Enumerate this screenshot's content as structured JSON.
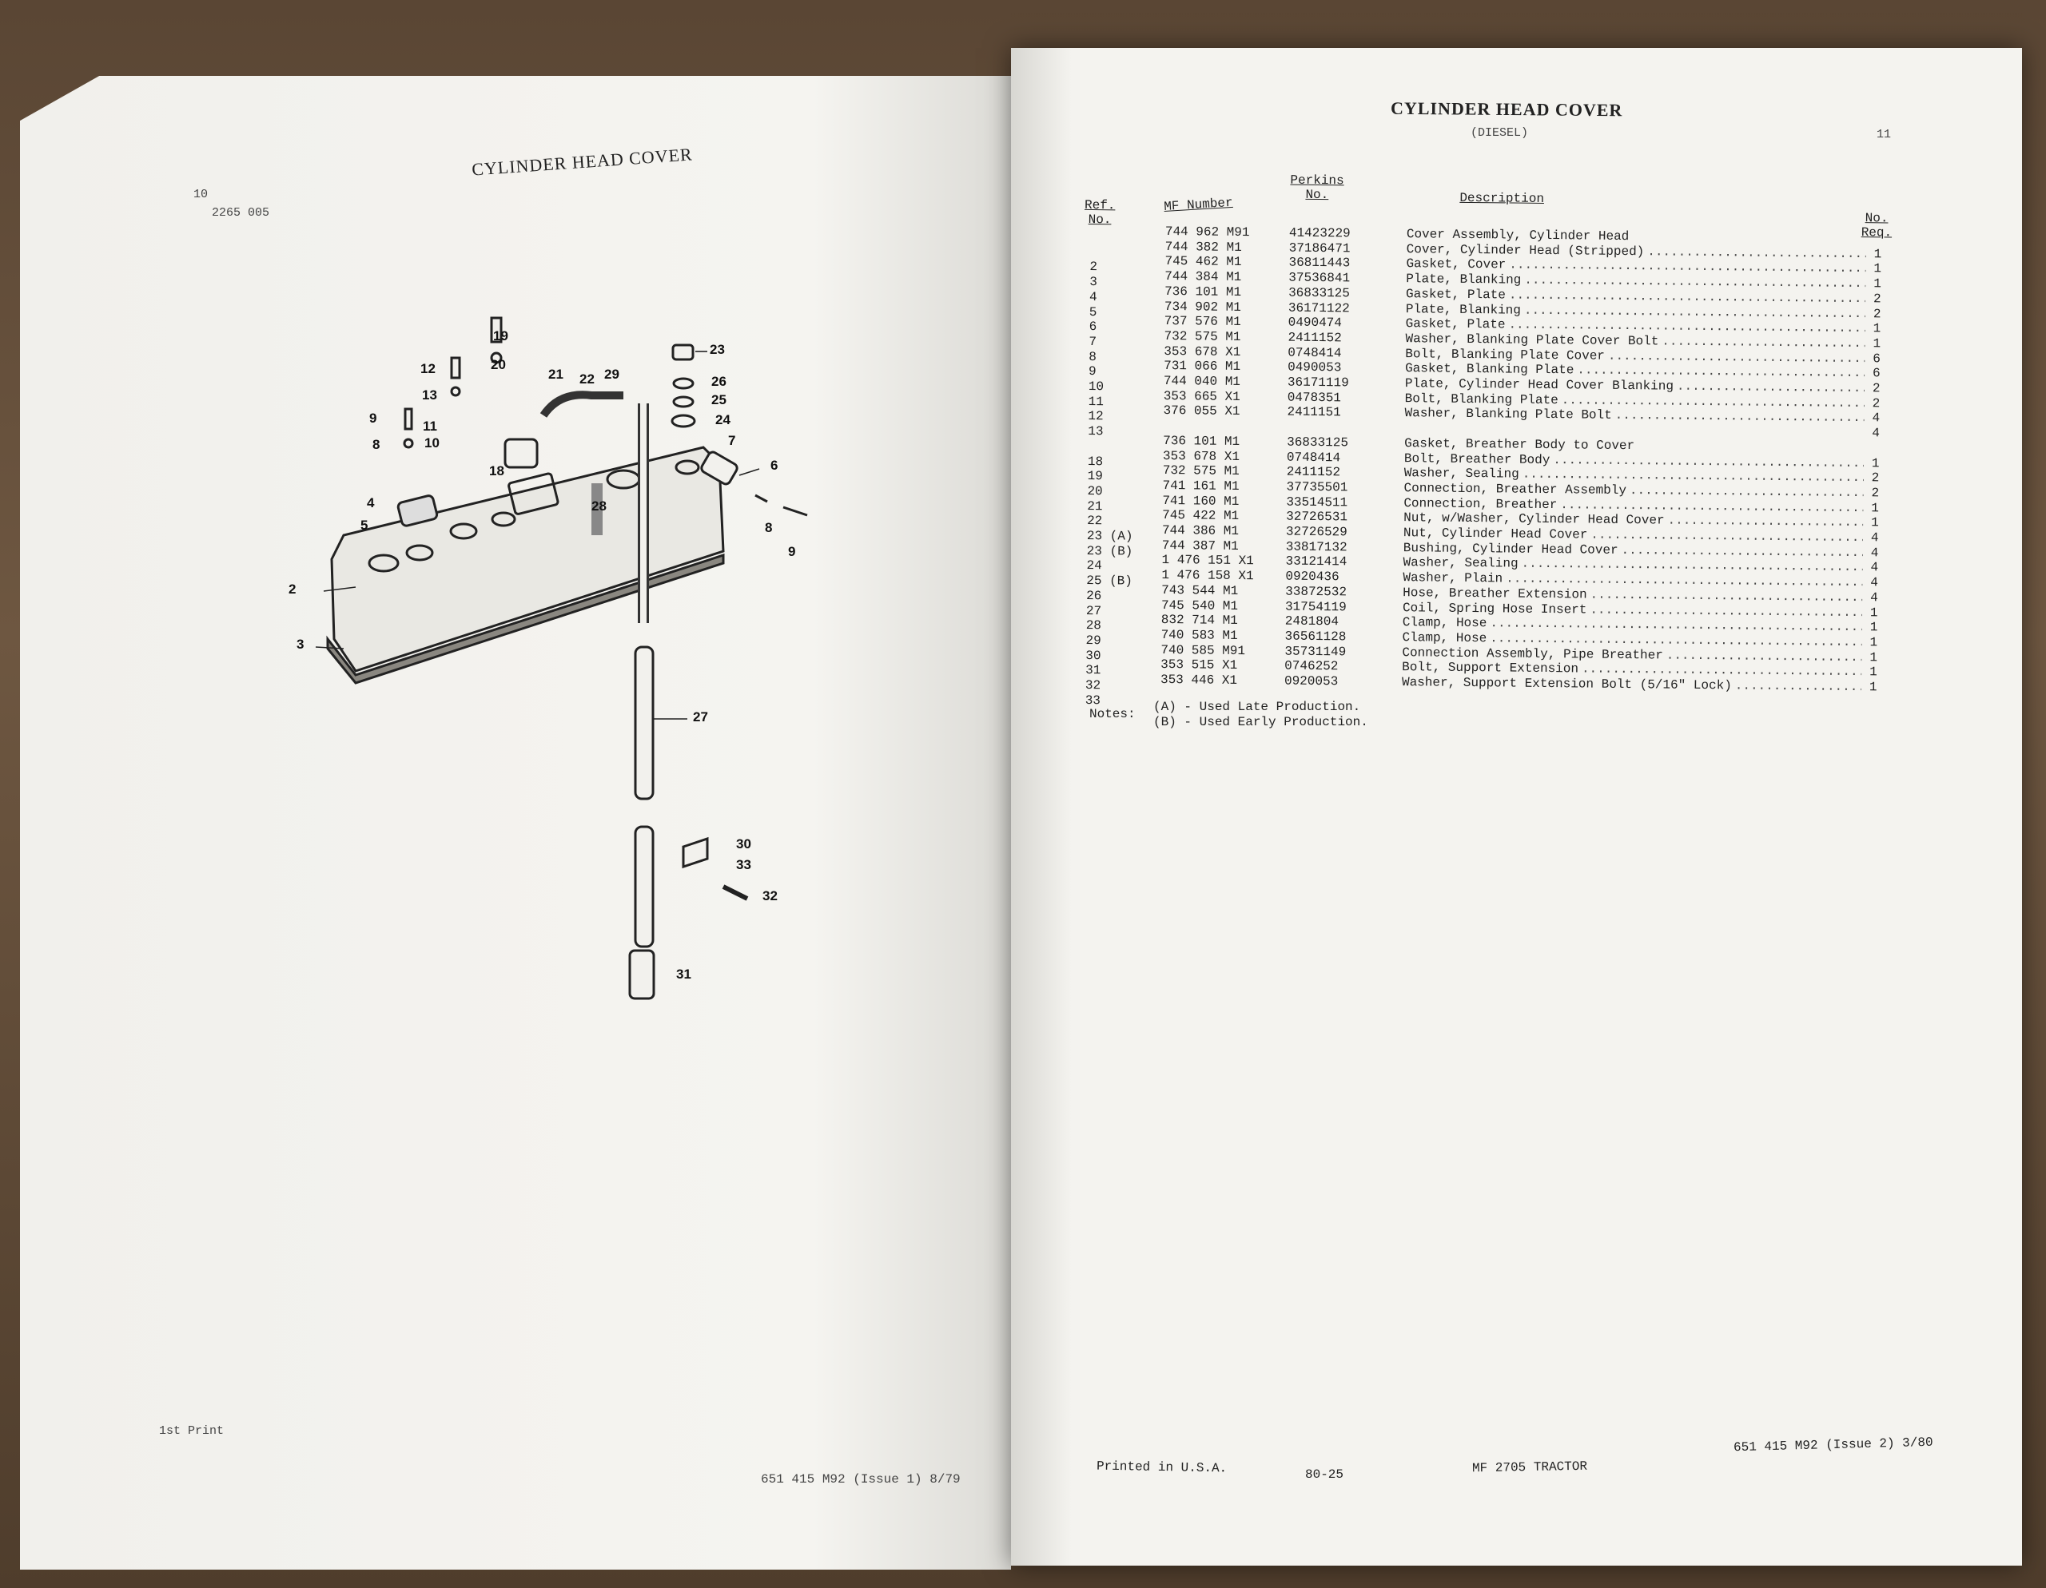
{
  "left_page": {
    "page_number": "10",
    "ref_code": "2265 005",
    "title": "CYLINDER HEAD COVER",
    "footer_left": "1st Print",
    "footer_right": "651 415 M92 (Issue 1) 8/79",
    "callouts": [
      "19",
      "12",
      "20",
      "13",
      "21",
      "22",
      "29",
      "23",
      "26",
      "25",
      "24",
      "9",
      "11",
      "10",
      "8",
      "7",
      "18",
      "6",
      "4",
      "28",
      "5",
      "8",
      "9",
      "2",
      "3",
      "27",
      "30",
      "33",
      "32",
      "31"
    ]
  },
  "right_page": {
    "title": "CYLINDER HEAD COVER",
    "subtitle": "(DIESEL)",
    "page_number": "11",
    "headers": {
      "ref": "Ref. No.",
      "mf": "MF Number",
      "perkins": "Perkins No.",
      "description": "Description",
      "qty": "No. Req."
    },
    "rows": [
      {
        "ref": "",
        "mf": "744 962 M91",
        "perkins": "41423229",
        "description": "Cover Assembly, Cylinder Head",
        "qty": ""
      },
      {
        "ref": "",
        "mf": "744 382 M1",
        "perkins": "37186471",
        "description": "Cover, Cylinder Head (Stripped)",
        "qty": "1"
      },
      {
        "ref": "2",
        "mf": "745 462 M1",
        "perkins": "36811443",
        "description": "Gasket, Cover",
        "qty": "1"
      },
      {
        "ref": "3",
        "mf": "744 384 M1",
        "perkins": "37536841",
        "description": "Plate, Blanking",
        "qty": "1"
      },
      {
        "ref": "4",
        "mf": "736 101 M1",
        "perkins": "36833125",
        "description": "Gasket, Plate",
        "qty": "2"
      },
      {
        "ref": "5",
        "mf": "734 902 M1",
        "perkins": "36171122",
        "description": "Plate, Blanking",
        "qty": "2"
      },
      {
        "ref": "6",
        "mf": "737 576 M1",
        "perkins": "0490474",
        "description": "Gasket, Plate",
        "qty": "1"
      },
      {
        "ref": "7",
        "mf": "732 575 M1",
        "perkins": "2411152",
        "description": "Washer, Blanking Plate Cover Bolt",
        "qty": "1"
      },
      {
        "ref": "8",
        "mf": "353 678 X1",
        "perkins": "0748414",
        "description": "Bolt, Blanking Plate Cover",
        "qty": "6"
      },
      {
        "ref": "9",
        "mf": "731 066 M1",
        "perkins": "0490053",
        "description": "Gasket, Blanking Plate",
        "qty": "6"
      },
      {
        "ref": "10",
        "mf": "744 040 M1",
        "perkins": "36171119",
        "description": "Plate, Cylinder Head Cover Blanking",
        "qty": "2"
      },
      {
        "ref": "11",
        "mf": "353 665 X1",
        "perkins": "0478351",
        "description": "Bolt, Blanking Plate",
        "qty": "2"
      },
      {
        "ref": "12",
        "mf": "376 055 X1",
        "perkins": "2411151",
        "description": "Washer, Blanking Plate Bolt",
        "qty": "4"
      },
      {
        "ref": "13",
        "mf": "",
        "perkins": "",
        "description": "",
        "qty": "4"
      },
      {
        "ref": "",
        "mf": "736 101 M1",
        "perkins": "36833125",
        "description": "Gasket, Breather Body to Cover",
        "qty": ""
      },
      {
        "ref": "18",
        "mf": "353 678 X1",
        "perkins": "0748414",
        "description": "Bolt, Breather Body",
        "qty": "1"
      },
      {
        "ref": "19",
        "mf": "732 575 M1",
        "perkins": "2411152",
        "description": "Washer, Sealing",
        "qty": "2"
      },
      {
        "ref": "20",
        "mf": "741 161 M1",
        "perkins": "37735501",
        "description": "Connection, Breather Assembly",
        "qty": "2"
      },
      {
        "ref": "21",
        "mf": "741 160 M1",
        "perkins": "33514511",
        "description": "Connection, Breather",
        "qty": "1"
      },
      {
        "ref": "22",
        "mf": "745 422 M1",
        "perkins": "32726531",
        "description": "Nut, w/Washer, Cylinder Head Cover",
        "qty": "1"
      },
      {
        "ref": "23 (A)",
        "mf": "744 386 M1",
        "perkins": "32726529",
        "description": "Nut, Cylinder Head Cover",
        "qty": "4"
      },
      {
        "ref": "23 (B)",
        "mf": "744 387 M1",
        "perkins": "33817132",
        "description": "Bushing, Cylinder Head Cover",
        "qty": "4"
      },
      {
        "ref": "24",
        "mf": "1 476 151 X1",
        "perkins": "33121414",
        "description": "Washer, Sealing",
        "qty": "4"
      },
      {
        "ref": "25 (B)",
        "mf": "1 476 158 X1",
        "perkins": "0920436",
        "description": "Washer, Plain",
        "qty": "4"
      },
      {
        "ref": "26",
        "mf": "743 544 M1",
        "perkins": "33872532",
        "description": "Hose, Breather Extension",
        "qty": "4"
      },
      {
        "ref": "27",
        "mf": "745 540 M1",
        "perkins": "31754119",
        "description": "Coil, Spring Hose Insert",
        "qty": "1"
      },
      {
        "ref": "28",
        "mf": "832 714 M1",
        "perkins": "2481804",
        "description": "Clamp, Hose",
        "qty": "1"
      },
      {
        "ref": "29",
        "mf": "740 583 M1",
        "perkins": "36561128",
        "description": "Clamp, Hose",
        "qty": "1"
      },
      {
        "ref": "30",
        "mf": "740 585 M91",
        "perkins": "35731149",
        "description": "Connection Assembly, Pipe Breather",
        "qty": "1"
      },
      {
        "ref": "31",
        "mf": "353 515 X1",
        "perkins": "0746252",
        "description": "Bolt, Support Extension",
        "qty": "1"
      },
      {
        "ref": "32",
        "mf": "353 446 X1",
        "perkins": "0920053",
        "description": "Washer, Support Extension Bolt (5/16\" Lock)",
        "qty": "1"
      },
      {
        "ref": "33",
        "mf": "",
        "perkins": "",
        "description": "",
        "qty": ""
      }
    ],
    "notes_label": "Notes:",
    "notes": [
      "(A) - Used Late Production.",
      "(B) - Used Early Production."
    ],
    "footer": {
      "printed": "Printed in U.S.A.",
      "code": "80-25",
      "model": "MF 2705 TRACTOR",
      "part_issue": "651 415 M92 (Issue 2) 3/80"
    }
  }
}
